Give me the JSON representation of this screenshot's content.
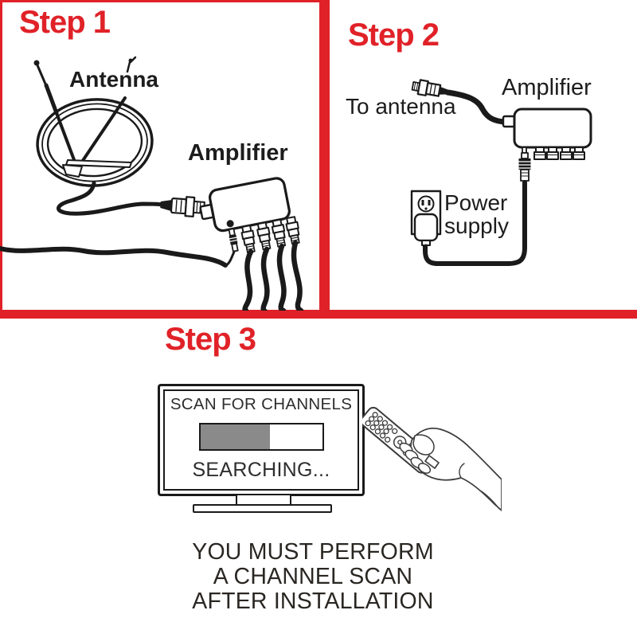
{
  "colors": {
    "accent_red": "#e02228",
    "line_art": "#1a1a1a",
    "progress_fill_gray": "#8a8a8a"
  },
  "step1": {
    "title": "Step 1",
    "antenna_label": "Antenna",
    "amplifier_label": "Amplifier"
  },
  "step2": {
    "title": "Step 2",
    "to_antenna_label": "To antenna",
    "amplifier_label": "Amplifier",
    "power_supply_label": "Power supply"
  },
  "step3": {
    "title": "Step 3",
    "tv": {
      "scan_title": "SCAN FOR CHANNELS",
      "status_text": "SEARCHING...",
      "progress_percent": 57
    }
  },
  "footer": {
    "line1": "YOU MUST PERFORM",
    "line2": "A CHANNEL SCAN",
    "line3": "AFTER INSTALLATION"
  }
}
